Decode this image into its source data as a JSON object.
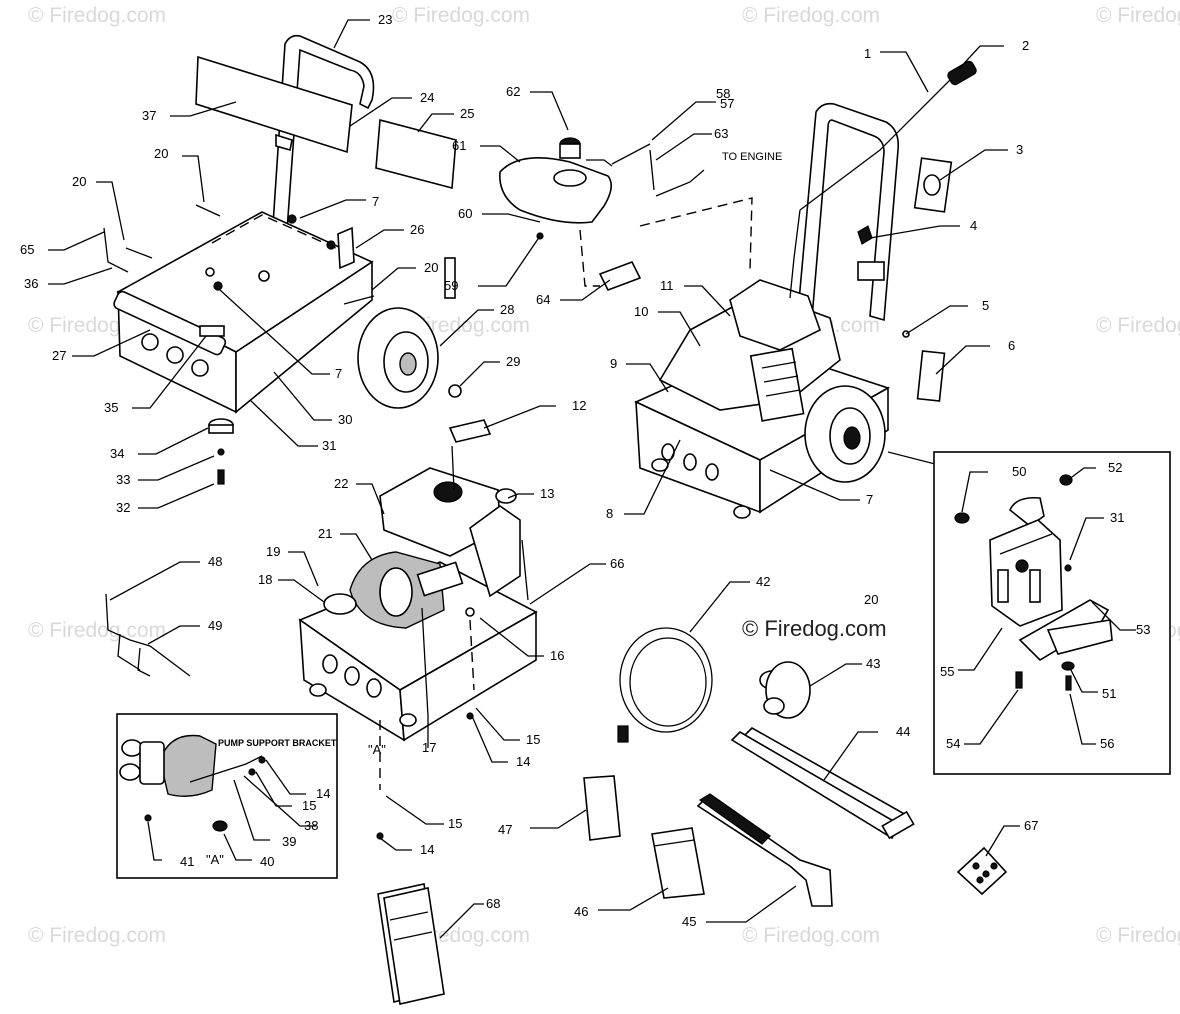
{
  "watermarks": {
    "brand": "Firedog.com",
    "copyright": "© Firedog.com"
  },
  "annotations": {
    "to_engine": "TO ENGINE",
    "pump_support_bracket": "PUMP SUPPORT BRACKET",
    "ref_a": "\"A\""
  },
  "callouts": [
    "1",
    "2",
    "3",
    "4",
    "5",
    "6",
    "7",
    "7",
    "7",
    "8",
    "9",
    "10",
    "11",
    "12",
    "13",
    "14",
    "14",
    "14",
    "15",
    "15",
    "15",
    "16",
    "17",
    "18",
    "19",
    "20",
    "20",
    "20",
    "20",
    "21",
    "22",
    "23",
    "24",
    "25",
    "26",
    "27",
    "28",
    "29",
    "30",
    "31",
    "31",
    "32",
    "33",
    "34",
    "35",
    "36",
    "37",
    "38",
    "39",
    "40",
    "41",
    "42",
    "43",
    "44",
    "45",
    "46",
    "47",
    "48",
    "49",
    "50",
    "51",
    "52",
    "53",
    "54",
    "55",
    "56",
    "57",
    "58",
    "59",
    "60",
    "61",
    "62",
    "63",
    "64",
    "65",
    "66",
    "67",
    "68"
  ]
}
